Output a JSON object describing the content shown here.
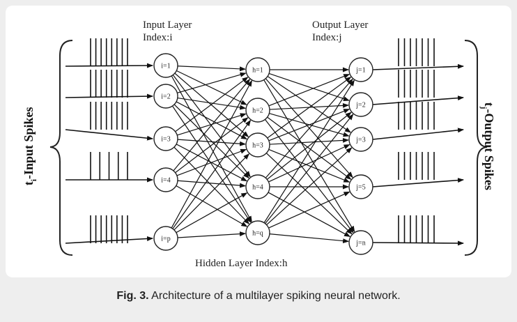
{
  "labels": {
    "input_layer_title": "Input Layer",
    "input_layer_index": "Index:i",
    "output_layer_title": "Output Layer",
    "output_layer_index": "Index:j",
    "hidden_layer": "Hidden Layer Index:h",
    "left_side_prefix": "t",
    "left_side_sub": "i",
    "left_side_rest": "-Input Spikes",
    "right_side_prefix": "t",
    "right_side_sub": "j",
    "right_side_rest": "-Output Spikes"
  },
  "caption": {
    "fig_label": "Fig. 3.",
    "text": "Architecture of a multilayer spiking neural network."
  },
  "layers": {
    "input": [
      "i=1",
      "i=2",
      "i=3",
      "i=4",
      "i=p"
    ],
    "hidden": [
      "h=1",
      "h=2",
      "h=3",
      "h=4",
      "h=q"
    ],
    "output": [
      "j=1",
      "j=2",
      "j=3",
      "j=5",
      "j=n"
    ]
  },
  "colors": {
    "background": "#eeeeee",
    "panel": "#ffffff",
    "line": "#111111"
  }
}
